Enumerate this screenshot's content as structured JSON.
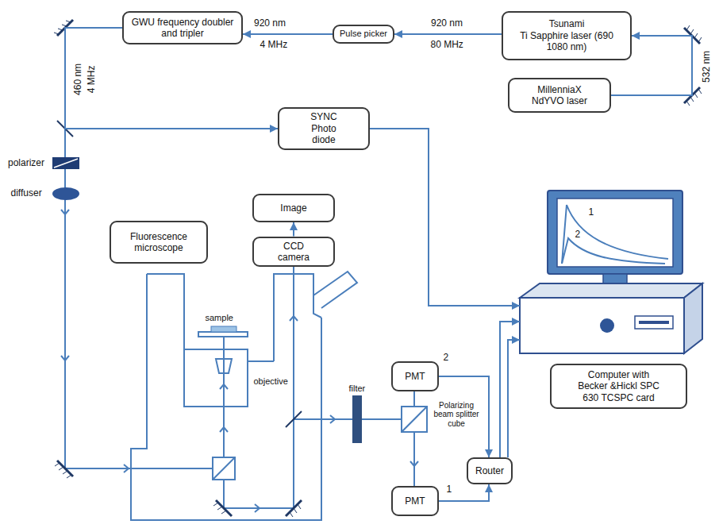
{
  "diagram": {
    "nodes": [
      {
        "text": [
          "GWU frequency doubler and tripler"
        ]
      },
      {
        "text": [
          "Pulse picker"
        ]
      },
      {
        "text": [
          "Tsunami",
          "Ti Sapphire laser (690 1080 nm)"
        ]
      },
      {
        "text": [
          "MillenniaX NdYVO laser"
        ]
      },
      {
        "text": [
          "SYNC Photo diode"
        ]
      },
      {
        "text": [
          "Image"
        ]
      },
      {
        "text": [
          "Fluorescence microscope"
        ]
      },
      {
        "text": [
          "CCD camera"
        ]
      },
      {
        "text": [
          "PMT"
        ]
      },
      {
        "text": [
          "Computer with Becker &Hickl SPC 630 TCSPC card"
        ]
      },
      {
        "text": [
          "Router"
        ]
      },
      {
        "text": [
          "PMT"
        ]
      }
    ],
    "edges": [
      {
        "from": 2,
        "to": 1,
        "arrow": "to"
      },
      {
        "from": 1,
        "to": 0,
        "arrow": "to"
      },
      {
        "from": 3,
        "to": 2,
        "arrow": "to"
      },
      {
        "from": 0,
        "to": 4,
        "arrow": "to"
      },
      {
        "from": 4,
        "to": 9,
        "arrow": "to"
      },
      {
        "from": 7,
        "to": 5,
        "arrow": "to"
      },
      {
        "from": 8,
        "to": 10,
        "arrow": "to"
      },
      {
        "from": 11,
        "to": 10,
        "arrow": "to"
      },
      {
        "from": 10,
        "to": 9,
        "arrow": "to"
      },
      {
        "from": 10,
        "to": 9,
        "arrow": "to"
      }
    ],
    "labels": [
      "920 nm",
      "4 MHz",
      "920 nm",
      "80 MHz",
      "532 nm",
      "460 nm",
      "4 MHz",
      "polarizer",
      "diffuser",
      "1",
      "2",
      "sample",
      "filter",
      "2",
      "objective",
      "Polarizing beam splitter cube",
      "1"
    ]
  }
}
